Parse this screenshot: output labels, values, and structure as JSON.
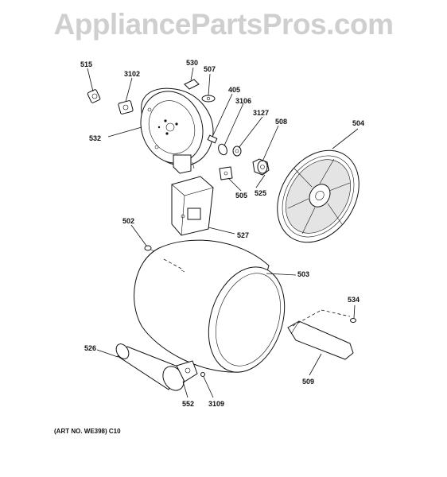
{
  "watermark": "AppliancePartsPros.com",
  "art_number": "(ART NO. WE398) C10",
  "parts": {
    "p515": "515",
    "p3102": "3102",
    "p530": "530",
    "p507": "507",
    "p405": "405",
    "p3106": "3106",
    "p3127": "3127",
    "p508": "508",
    "p504": "504",
    "p532": "532",
    "p505": "505",
    "p525": "525",
    "p527": "527",
    "p502": "502",
    "p503": "503",
    "p534": "534",
    "p526": "526",
    "p509": "509",
    "p552": "552",
    "p3109": "3109"
  }
}
